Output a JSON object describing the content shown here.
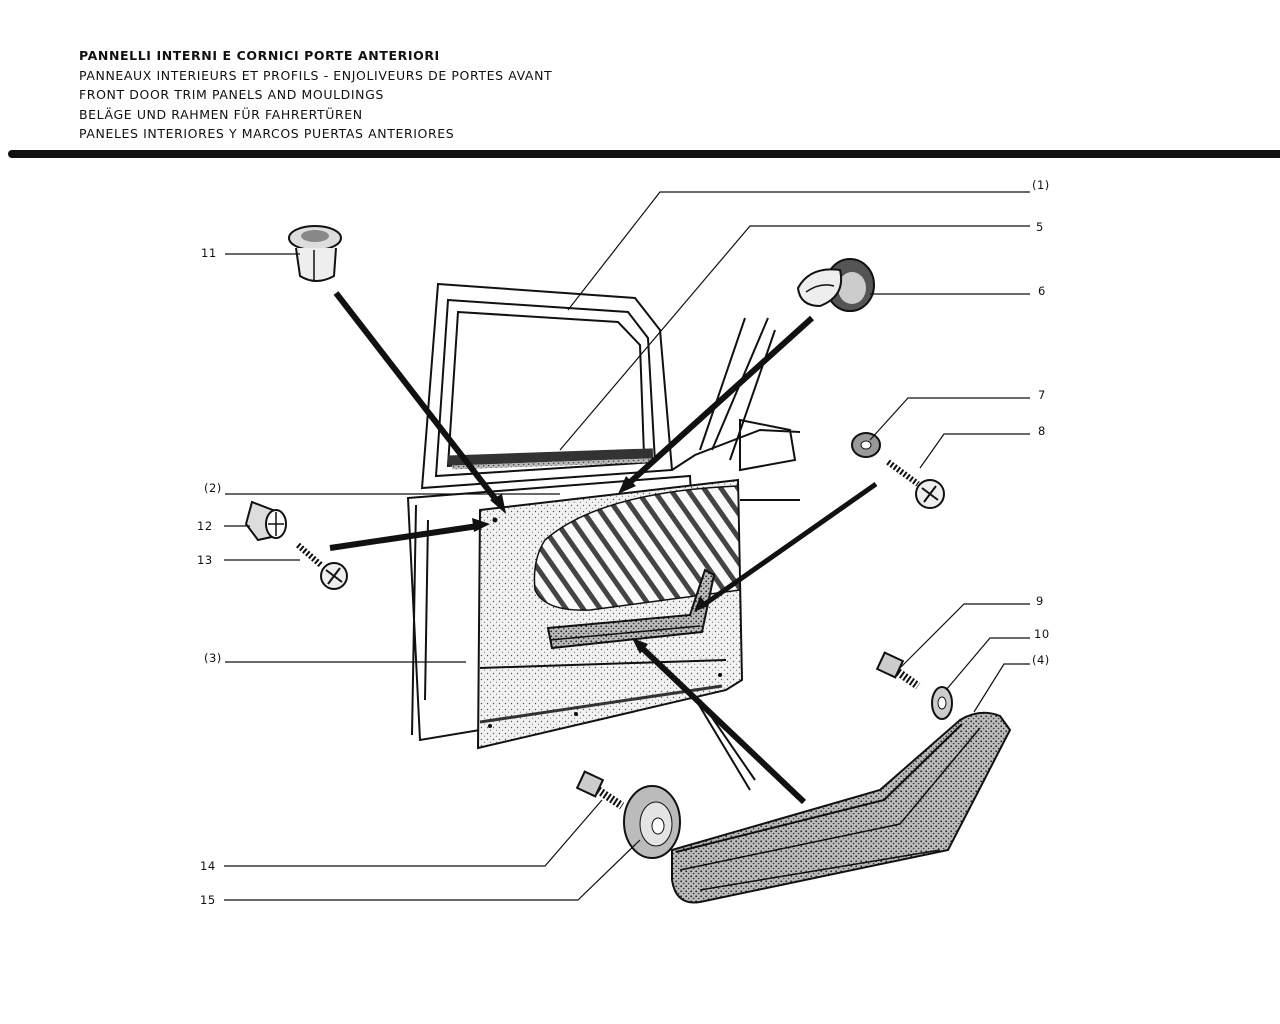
{
  "header": {
    "titles": [
      "PANNELLI INTERNI E CORNICI PORTE ANTERIORI",
      "PANNEAUX INTERIEURS ET PROFILS - ENJOLIVEURS DE PORTES AVANT",
      "FRONT DOOR TRIM PANELS AND MOULDINGS",
      "BELÄGE UND RAHMEN FÜR FAHRERTÜREN",
      "PANELES INTERIORES Y MARCOS PUERTAS ANTERIORES"
    ]
  },
  "callouts": {
    "c1": "(1)",
    "c2": "(2)",
    "c3": "(3)",
    "c4": "(4)",
    "c5": "5",
    "c6": "6",
    "c7": "7",
    "c8": "8",
    "c9": "9",
    "c10": "10",
    "c11": "11",
    "c12": "12",
    "c13": "13",
    "c14": "14",
    "c15": "15"
  },
  "colors": {
    "ink": "#111111",
    "paper": "#ffffff",
    "panel": "#e8e8e8"
  }
}
